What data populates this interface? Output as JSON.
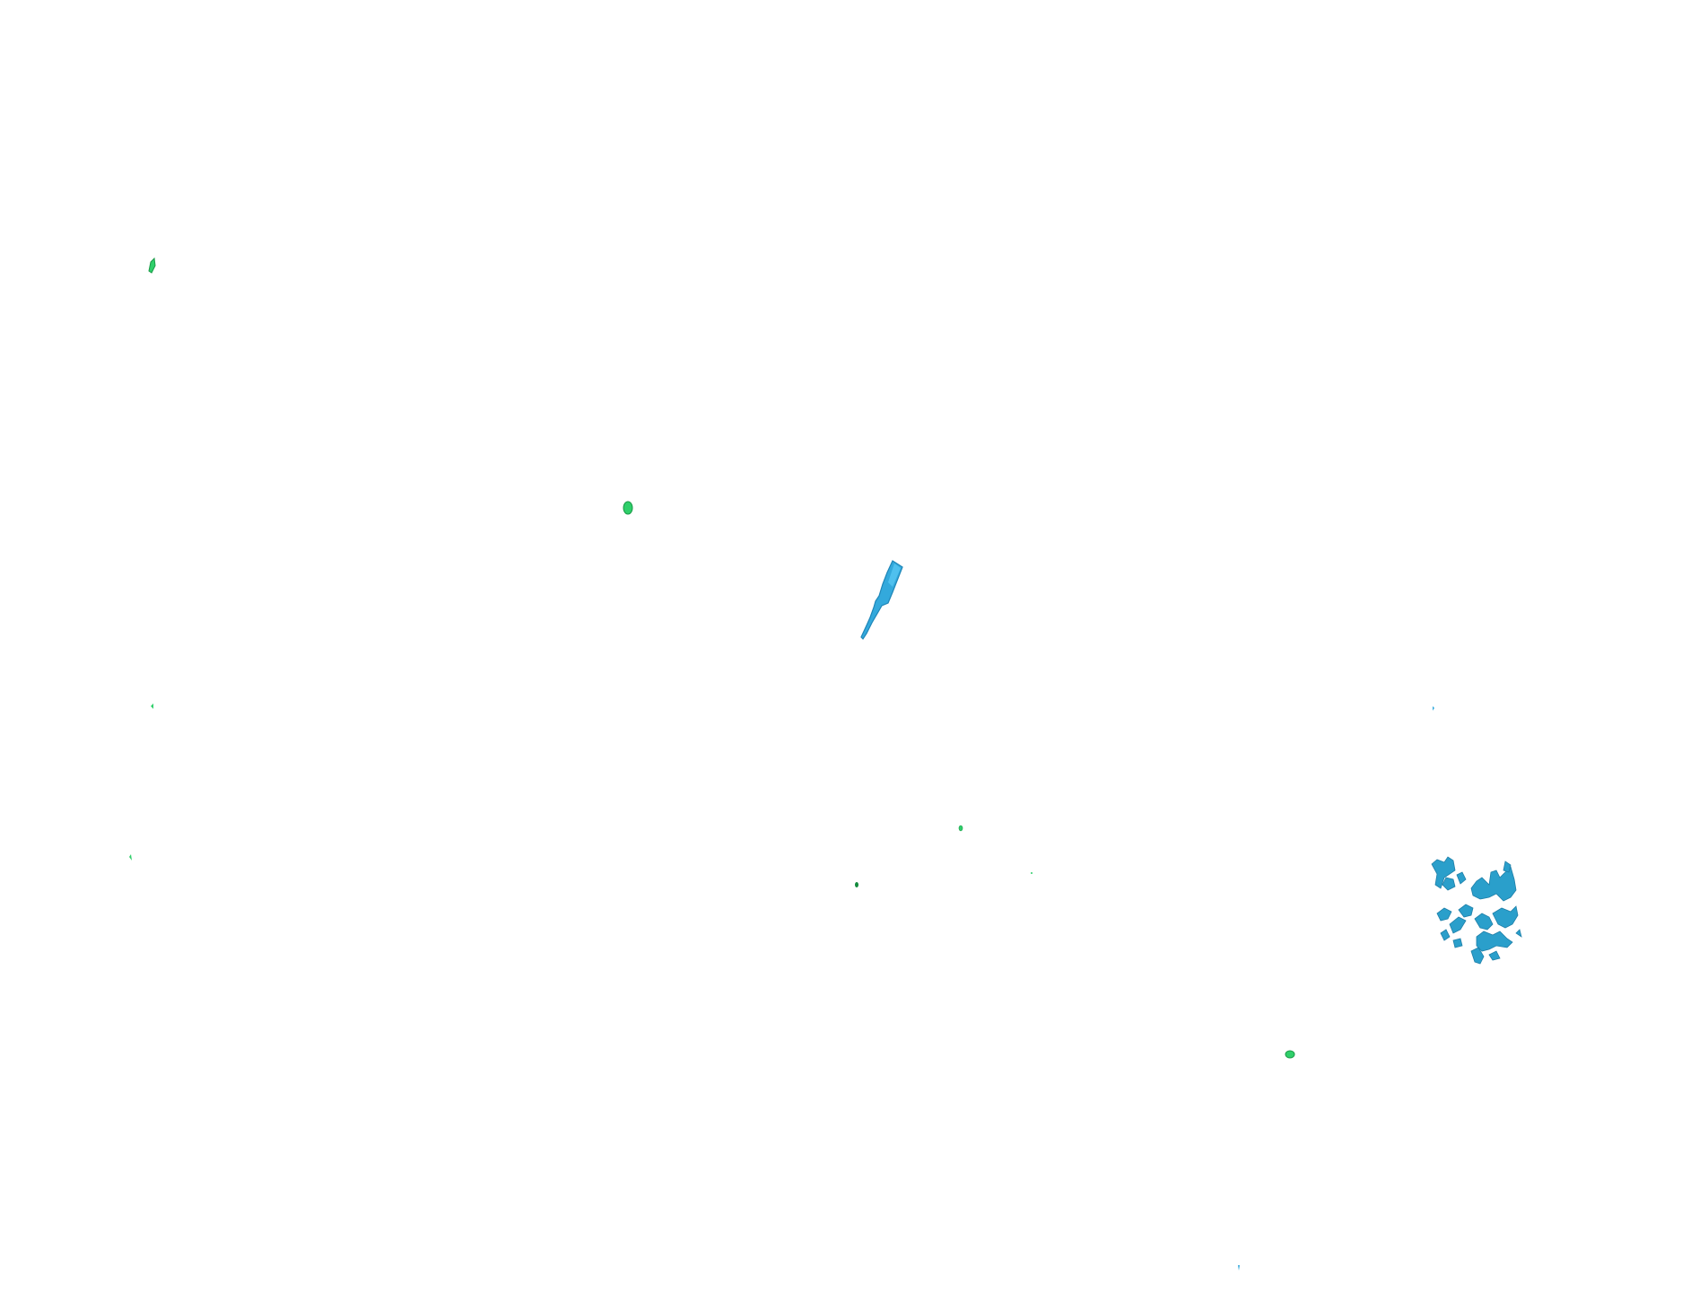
{
  "scene": {
    "background": "#ffffff",
    "colors": {
      "green_fill": "#2fcf6a",
      "green_edge": "#1a9a47",
      "dark_green": "#128a3c",
      "blue_fill": "#33a9dc",
      "blue_edge": "#1f86b8",
      "teal_fill": "#2a9fcb",
      "teal_edge": "#1f7fa8"
    },
    "objects": [
      {
        "name": "green-speck",
        "color": "green"
      },
      {
        "name": "green-blob",
        "color": "green"
      },
      {
        "name": "blue-elongated-fragment",
        "color": "blue"
      },
      {
        "name": "teal-fragment-cluster",
        "color": "teal"
      },
      {
        "name": "small-green-speck",
        "color": "green"
      }
    ]
  }
}
